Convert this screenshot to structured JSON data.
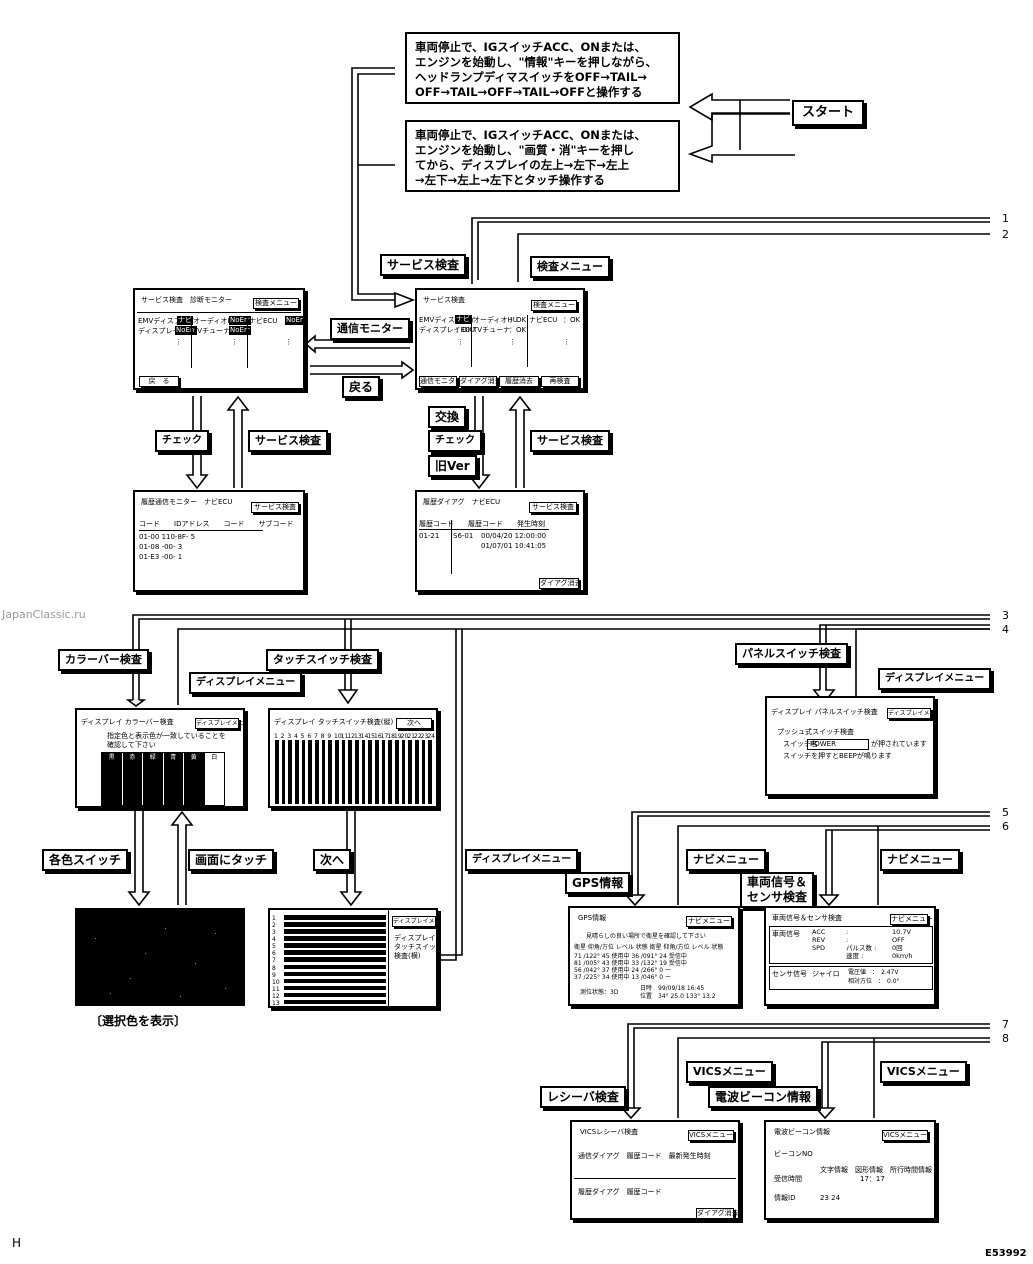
{
  "start_label": "スタート",
  "instructions": {
    "top": [
      "車両停止で、IGスイッチACC、ONまたは、",
      "エンジンを始動し、\"情報\"キーを押しながら、",
      "ヘッドランプディマスイッチをOFF→TAIL→",
      "OFF→TAIL→OFF→TAIL→OFFと操作する"
    ],
    "bottom": [
      "車両停止で、IGスイッチACC、ONまたは、",
      "エンジンを始動し、\"画質・消\"キーを押し",
      "てから、ディスプレイの左上→左下→左上",
      "→左下→左上→左下とタッチ操作する"
    ]
  },
  "labels": {
    "service_check": "サービス検査",
    "check_menu": "検査メニュー",
    "comm_monitor": "通信モニター",
    "back": "戻る",
    "check_left": "チェック",
    "service_check_left": "サービス検査",
    "exchange": "交換",
    "check_mid": "チェック",
    "old_ver": "旧Ver",
    "service_check_mid": "サービス検査",
    "colorbar_check": "カラーバー検査",
    "display_menu_1": "ディスプレイメニュー",
    "touch_switch_check": "タッチスイッチ検査",
    "panel_switch_check": "パネルスイッチ検査",
    "display_menu_2": "ディスプレイメニュー",
    "each_color_switch": "各色スイッチ",
    "touch_screen": "画面にタッチ",
    "next": "次へ",
    "display_menu_3": "ディスプレイメニュー",
    "selected_color_caption": "〔選択色を表示〕",
    "gps_info": "GPS情報",
    "navi_menu_1": "ナビメニュー",
    "vehicle_signal_line1": "車両信号＆",
    "vehicle_signal_line2": "センサ検査",
    "navi_menu_2": "ナビメニュー",
    "receiver_check": "レシーバ検査",
    "vics_menu_1": "VICSメニュー",
    "beacon_info": "電波ビーコン情報",
    "vics_menu_2": "VICSメニュー"
  },
  "branch_numbers": [
    "1",
    "2",
    "3",
    "4",
    "5",
    "6",
    "7",
    "8"
  ],
  "footer": {
    "left": "H",
    "right": "E53992",
    "watermark": "JapanClassic.ru"
  },
  "screens": {
    "diag_monitor": {
      "title": "サービス検査　診断モニター",
      "btn": "検査メニュー",
      "row1": "EMVディスプレイ",
      "row1b": "ナビ",
      "row1c": "オーディオHU",
      "row1d": "NoErr",
      "row1e": "ナビECU",
      "row1f": "NoErr",
      "row2": "ディスプレイECU",
      "row2b": "NoErr",
      "row2c": "TVチューナ",
      "row2d": "NoErr",
      "back_btn": "戻　る"
    },
    "service_check": {
      "title": "サービス検査",
      "btn": "検査メニュー",
      "row1": "EMVディスプレイ",
      "row1b": "ナビ",
      "row1c": "オーディオHU",
      "row1d": "：OK",
      "row1e": "ナビECU",
      "row1f": "：OK",
      "row2": "ディスプレイECU",
      "row2b": "：OK",
      "row2c": "TVチューナ",
      "row2d": "：OK",
      "buttons": [
        "通信モニター",
        "ダイアグ消去",
        "履歴消去",
        "再検査"
      ]
    },
    "history_monitor": {
      "title": "履歴通信モニター　ナビECU",
      "btn": "サービス検査",
      "cols": "コード　　IDアドレス　　コード　　サブコード",
      "rows": [
        "01-00  110-8F-  5",
        "01-08    -00-  3",
        "01-E3    -00-  1"
      ]
    },
    "history_diag": {
      "title": "履歴ダイアグ　ナビECU",
      "btn": "サービス検査",
      "cols": "履歴コード　　履歴コード　　発生時刻",
      "code": "01-21",
      "sub": "S6-01",
      "time1": "00/04/20  12:00:00",
      "time2": "01/07/01  10:41:05",
      "clear_btn": "ダイアグ消去"
    },
    "colorbar": {
      "title": "ディスプレイ カラーバー検査",
      "btn": "ディスプレイメニュー",
      "msg1": "指定色と表示色が一致していることを",
      "msg2": "確認して下さい",
      "colors": [
        "黒",
        "赤",
        "緑",
        "青",
        "黄",
        "白"
      ]
    },
    "touch_switch": {
      "title": "ディスプレイ タッチスイッチ検査(縦)",
      "btn": "次へ",
      "numbers": [
        "1",
        "2",
        "3",
        "4",
        "5",
        "6",
        "7",
        "8",
        "9",
        "10",
        "11",
        "12",
        "13",
        "14",
        "15",
        "16",
        "17",
        "18",
        "19",
        "20",
        "21",
        "22",
        "23",
        "24"
      ]
    },
    "touch_switch_h": {
      "btn": "ディスプレイメニュー",
      "side1": "ディスプレイ",
      "side2": "タッチスイッチ",
      "side3": "検査(横)",
      "numbers": [
        "1",
        "2",
        "3",
        "4",
        "5",
        "6",
        "7",
        "8",
        "9",
        "10",
        "11",
        "12",
        "13"
      ]
    },
    "panel_switch": {
      "title": "ディスプレイ パネルスイッチ検査",
      "btn": "ディスプレイメニュー",
      "line1": "プッシュ式スイッチ検査",
      "line2a": "スイッチ名",
      "line2b": "POWER",
      "line2c": "が押されています",
      "line3": "スイッチを押すとBEEPが鳴ります"
    },
    "gps": {
      "title": "GPS情報",
      "btn": "ナビメニュー",
      "msg": "見晴らしの良い場所で衛星を確認して下さい",
      "head": "衛星 仰角/方位 レベル 状態  衛星 仰角/方位 レベル 状態",
      "rows": [
        "71 /122° 45 使用中 36 /091° 24 受信中",
        "81 /005° 43 使用中 33 /132° 19 受信中",
        "56 /042° 37 使用中 24 /266° 0  ー",
        "37 /225° 34 使用中 13 /046° 0  ー"
      ],
      "f1": "測位状態：3D",
      "f2": "日時　99/09/18  16:45",
      "f3": "位置　34° 25.0  133° 13.2"
    },
    "vehicle": {
      "title": "車両信号＆センサ検査",
      "btn": "ナビメニュー",
      "k1": "車両信号",
      "rows": [
        [
          "ACC",
          ":",
          "10.7V"
        ],
        [
          "REV",
          ":",
          "OFF"
        ],
        [
          "SPD",
          "パルス数 :",
          "0回"
        ],
        [
          "",
          "速度 :",
          "0km/h"
        ]
      ],
      "k2": "センサ信号",
      "gyro": "ジャイロ",
      "g1": "電圧値　：　2.47V",
      "g2": "相対方位　：　0.0°"
    },
    "vics_receiver": {
      "title": "VICSレシーバ検査",
      "btn": "VICSメニュー",
      "r1": "通信ダイアグ　履歴コード　最新発生時刻",
      "r2": "履歴ダイアグ　履歴コード",
      "clear_btn": "ダイアグ消去"
    },
    "beacon": {
      "title": "電波ビーコン情報",
      "btn": "VICSメニュー",
      "l1": "ビーコンNO",
      "l2": "文字情報　図形情報　所行時間情報",
      "l3a": "受信時間",
      "l3b": "17：17",
      "l4a": "情報ID",
      "l4b": "23  24"
    }
  }
}
